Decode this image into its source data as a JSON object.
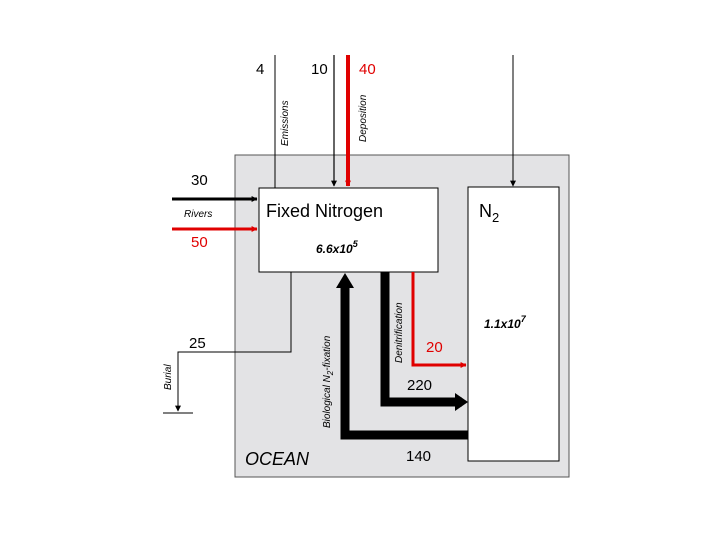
{
  "colors": {
    "ocean_fill": "#e3e3e5",
    "anthropogenic": "#e00000",
    "natural": "#000000",
    "box_fill": "#ffffff"
  },
  "ocean": {
    "label": "OCEAN"
  },
  "fixed_nitrogen": {
    "title": "Fixed Nitrogen",
    "value_base": "6.6x10",
    "value_exp": "5"
  },
  "n2": {
    "title_base": "N",
    "title_sub": "2",
    "value_base": "1.1x10",
    "value_exp": "7"
  },
  "flows": {
    "emissions": {
      "label": "Emissions",
      "natural": "4"
    },
    "deposition": {
      "label": "Deposition",
      "natural": "10",
      "anthropogenic": "40"
    },
    "rivers": {
      "label": "Rivers",
      "natural": "30",
      "anthropogenic": "50"
    },
    "burial": {
      "label": "Burial",
      "value": "25"
    },
    "denitrification": {
      "label": "Denitrification",
      "natural": "220",
      "anthropogenic": "20"
    },
    "fixation": {
      "label_pre": "Biological N",
      "label_sub": "2",
      "label_post": "-fixation",
      "value": "140"
    }
  }
}
